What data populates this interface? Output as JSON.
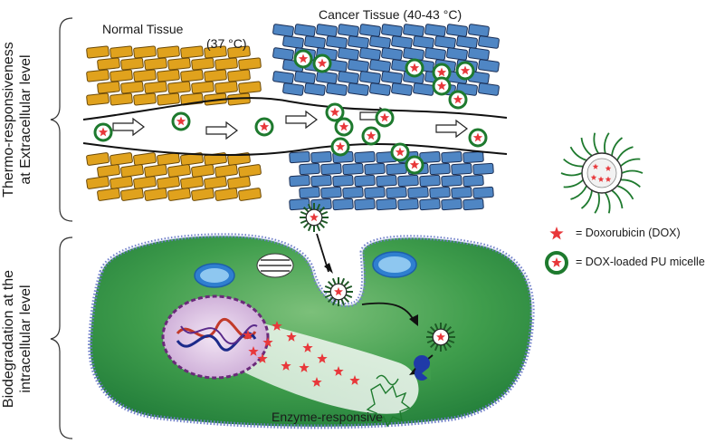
{
  "labels": {
    "extracellular": [
      "Thermo-responsiveness",
      "at Extracellular level"
    ],
    "intracellular": [
      "Biodegradation at the",
      "intracellular level"
    ],
    "normal_tissue": "Normal Tissue",
    "normal_temp": "(37 °C)",
    "cancer_tissue": "Cancer Tissue (40-43 °C)",
    "enzyme": "Enzyme-responsive"
  },
  "legend": {
    "dox": "= Doxorubicin (DOX)",
    "micelle": "= DOX-loaded PU micelle"
  },
  "colors": {
    "normal_cell": "#e0a21d",
    "cancer_cell": "#4f86c4",
    "cell_body": "#3a9a4a",
    "drug": "#e8373a",
    "micelle_ring": "#1e7a2e",
    "membrane": "#7f8fcf"
  }
}
